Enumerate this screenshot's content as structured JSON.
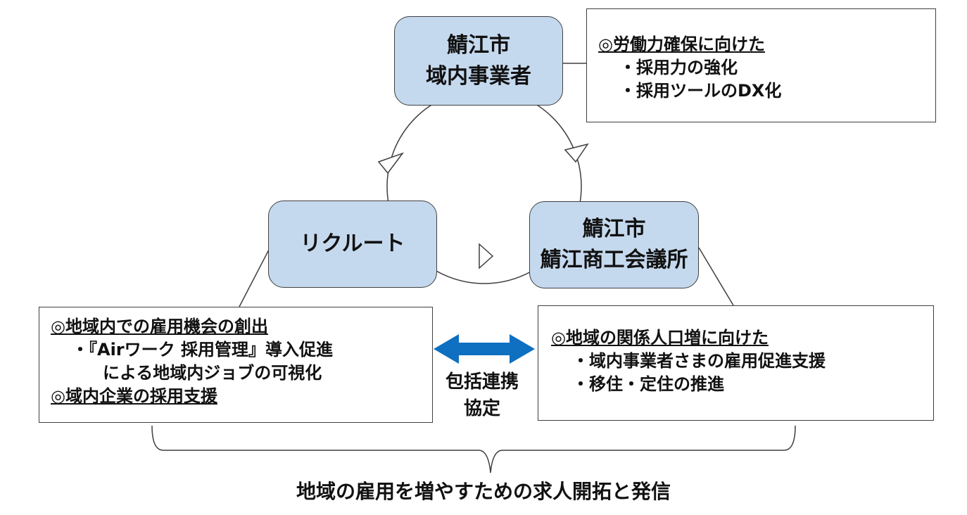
{
  "nodes": {
    "sabae_businesses": {
      "line1": "鯖江市",
      "line2": "域内事業者"
    },
    "recruit": {
      "label": "リクルート"
    },
    "chamber": {
      "line1": "鯖江市",
      "line2": "鯖江商工会議所"
    }
  },
  "boxes": {
    "top_right": {
      "heading": "◎労働力確保に向けた",
      "items": [
        "・採用力の強化",
        "・採用ツールのDX化"
      ]
    },
    "left": {
      "heading1": "◎地域内での雇用機会の創出",
      "item1_line1": "・『Airワーク 採用管理』導入促進",
      "item1_line2": "による地域内ジョブの可視化",
      "heading2": "◎域内企業の採用支援"
    },
    "right": {
      "heading": "◎地域の関係人口増に向けた",
      "items": [
        "・域内事業者さまの雇用促進支援",
        "・移住・定住の推進"
      ]
    }
  },
  "agreement": {
    "line1": "包括連携",
    "line2": "協定"
  },
  "bottom_caption": "地域の雇用を増やすための求人開拓と発信",
  "colors": {
    "node_fill": "#c5d9ee",
    "arrow_blue": "#0f6fc0",
    "stroke": "#3f3f3f"
  }
}
